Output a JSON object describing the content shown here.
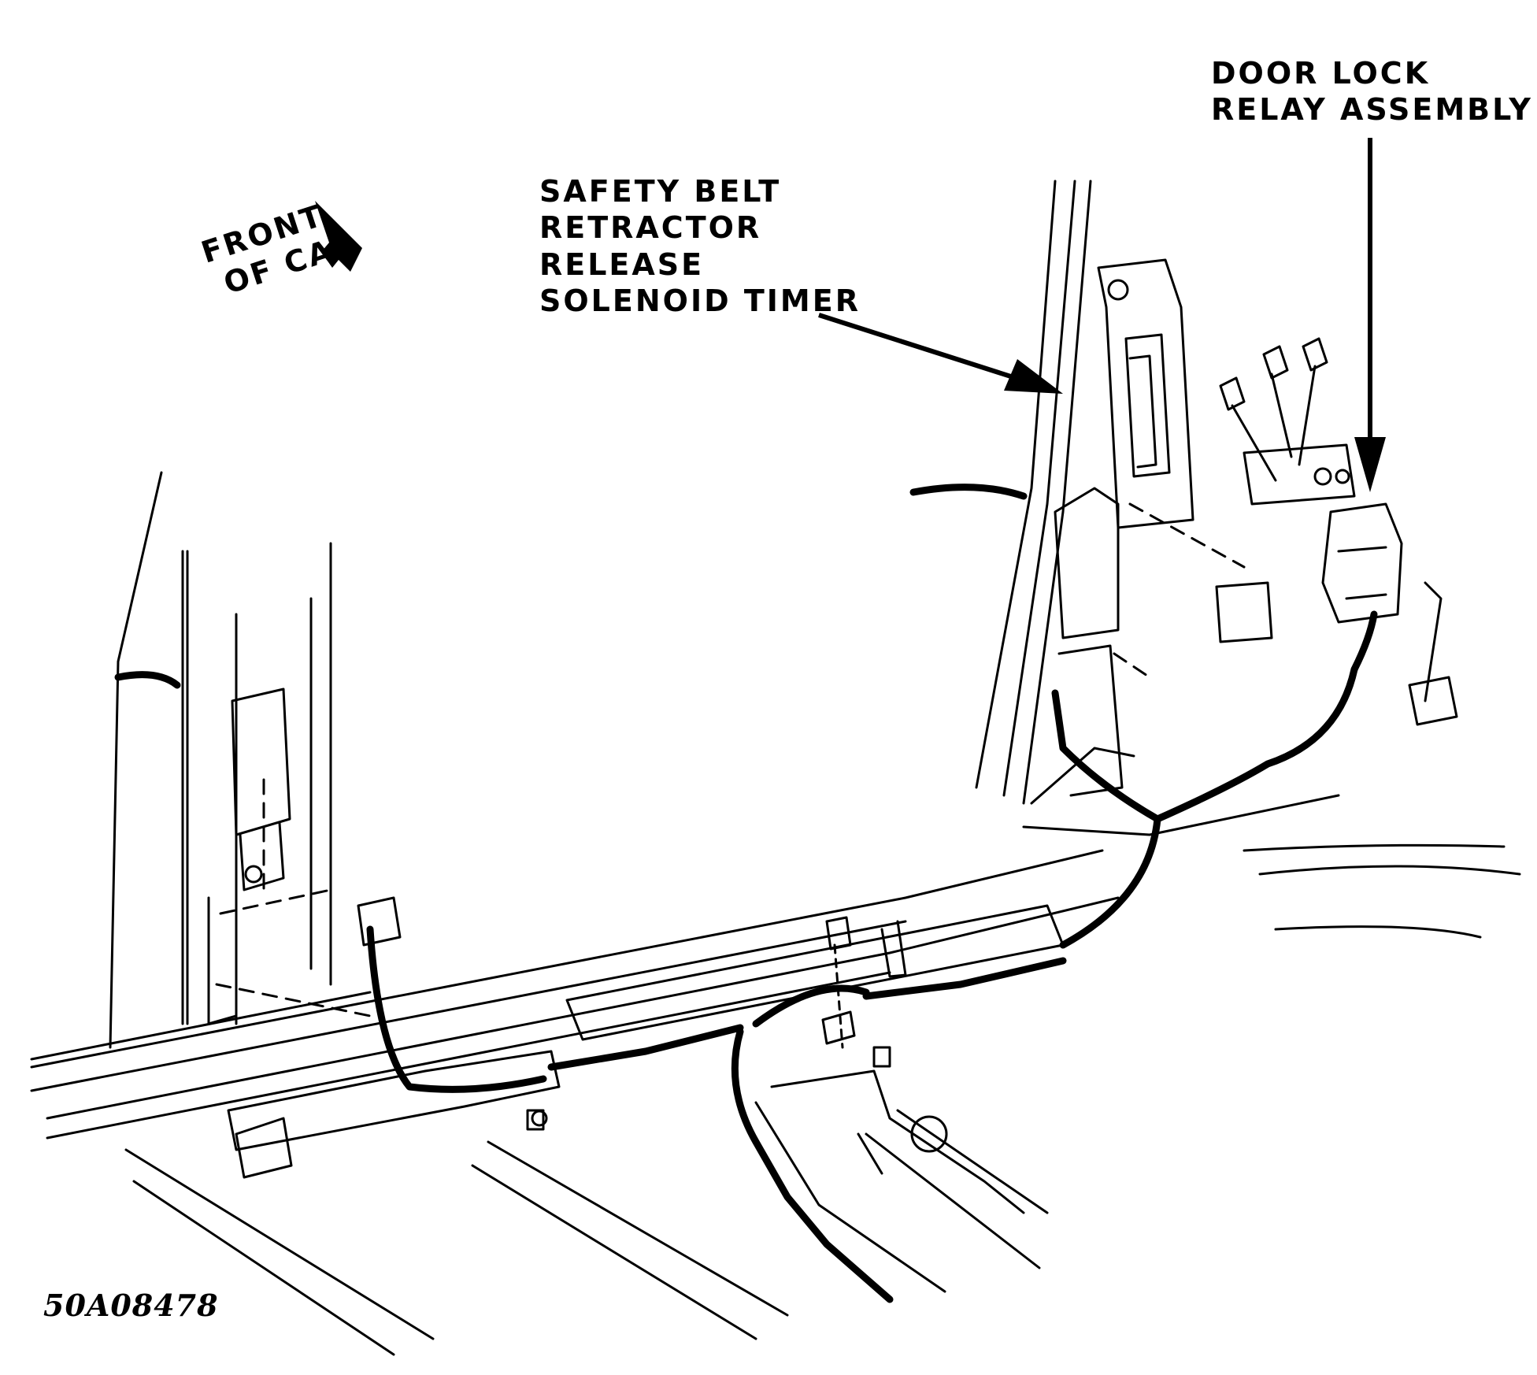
{
  "labels": {
    "door_lock_relay": [
      "DOOR LOCK",
      "RELAY ASSEMBLY"
    ],
    "safety_belt_timer": [
      "SAFETY BELT",
      "RETRACTOR",
      "RELEASE",
      "SOLENOID TIMER"
    ],
    "front_of_car": [
      "FRONT",
      "OF CAR"
    ]
  },
  "figure_id": "50A08478",
  "colors": {
    "ink": "#000000",
    "paper": "#ffffff"
  }
}
